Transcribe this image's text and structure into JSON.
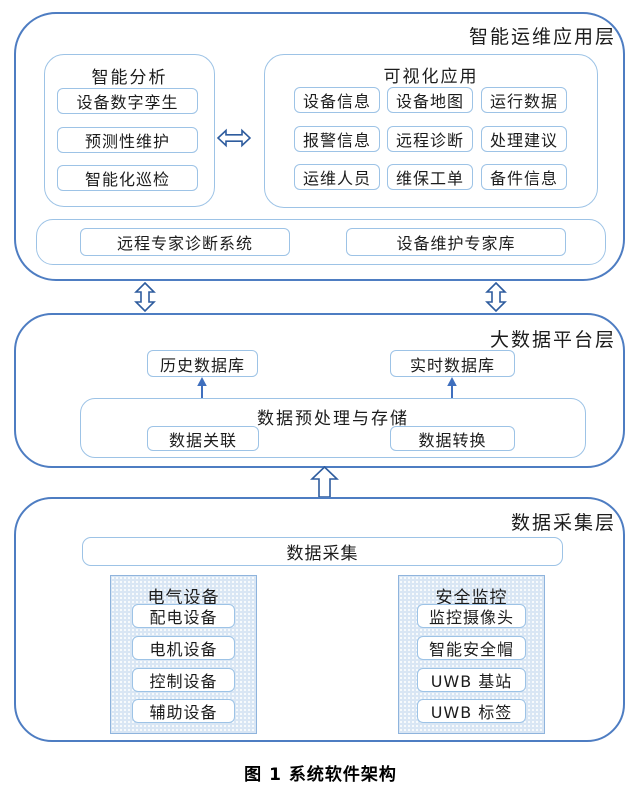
{
  "figure": {
    "caption": "图 1 系统软件架构"
  },
  "colors": {
    "layer_border": "#4e7dc2",
    "group_border": "#9dc3e6",
    "panel_fill": "#d9e6f4",
    "arrow_outline": "#2e5c9e",
    "connector_arrow": "#3f6fbe",
    "text": "#1c1c1c"
  },
  "layers": {
    "application": {
      "title": "智能运维应用层",
      "intelligent_analysis": {
        "title": "智能分析",
        "items": [
          "设备数字孪生",
          "预测性维护",
          "智能化巡检"
        ]
      },
      "visualization": {
        "title": "可视化应用",
        "items": [
          "设备信息",
          "设备地图",
          "运行数据",
          "报警信息",
          "远程诊断",
          "处理建议",
          "运维人员",
          "维保工单",
          "备件信息"
        ]
      },
      "expert_systems": [
        "远程专家诊断系统",
        "设备维护专家库"
      ]
    },
    "bigdata": {
      "title": "大数据平台层",
      "databases": [
        "历史数据库",
        "实时数据库"
      ],
      "preprocessing": {
        "title": "数据预处理与存储",
        "items": [
          "数据关联",
          "数据转换"
        ]
      }
    },
    "collection": {
      "title": "数据采集层",
      "collector": "数据采集",
      "electrical": {
        "title": "电气设备",
        "items": [
          "配电设备",
          "电机设备",
          "控制设备",
          "辅助设备"
        ]
      },
      "safety": {
        "title": "安全监控",
        "items": [
          "监控摄像头",
          "智能安全帽",
          "UWB 基站",
          "UWB 标签"
        ]
      }
    }
  }
}
